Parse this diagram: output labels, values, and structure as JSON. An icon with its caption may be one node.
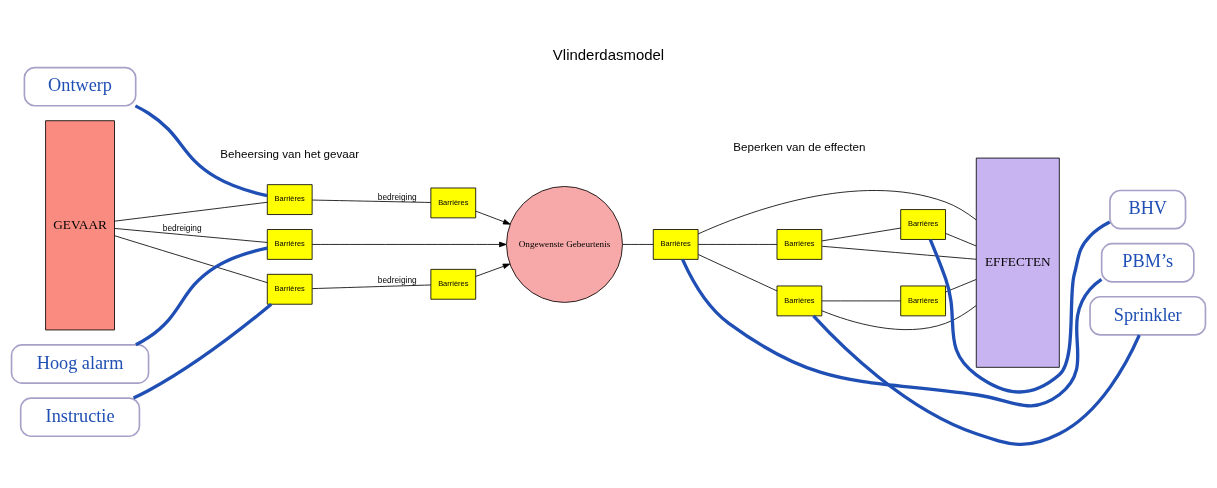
{
  "diagram": {
    "title": "Vlinderdasmodel",
    "nodes": [
      {
        "text": [
          "Ontwerp"
        ]
      },
      {
        "text": [
          "GEVAAR"
        ]
      },
      {
        "text": [
          "Barrières"
        ]
      },
      {
        "text": [
          "Hoog alarm"
        ]
      },
      {
        "text": [
          "Barrières"
        ]
      },
      {
        "text": [
          "Barrières"
        ]
      },
      {
        "text": [
          "Barrières"
        ]
      },
      {
        "text": [
          "Instructie"
        ]
      },
      {
        "text": [
          "Barrières"
        ]
      },
      {
        "text": [
          "Ongewenste Gebeurtenis"
        ]
      },
      {
        "text": [
          "Barrières"
        ]
      },
      {
        "text": [
          "Barrières"
        ]
      },
      {
        "text": [
          "Barrières"
        ]
      },
      {
        "text": [
          "Barrières"
        ]
      },
      {
        "text": [
          "Barrières"
        ]
      },
      {
        "text": [
          "EFFECTEN"
        ]
      },
      {
        "text": [
          "BHV"
        ]
      },
      {
        "text": [
          "PBM’s"
        ]
      },
      {
        "text": [
          "Sprinkler"
        ]
      }
    ],
    "edges": [
      {
        "from": 1,
        "to": 2,
        "arrow": "none"
      },
      {
        "from": 2,
        "to": 4,
        "arrow": "none",
        "label": "bedreiging"
      },
      {
        "from": 4,
        "to": 9,
        "arrow": "to"
      },
      {
        "from": 1,
        "to": 5,
        "arrow": "none",
        "label": "bedreiging"
      },
      {
        "from": 5,
        "to": 9,
        "arrow": "to"
      },
      {
        "from": 1,
        "to": 8,
        "arrow": "none"
      },
      {
        "from": 8,
        "to": 6,
        "arrow": "none",
        "label": "bedreiging"
      },
      {
        "from": 6,
        "to": 9,
        "arrow": "to"
      },
      {
        "from": 0,
        "to": 2,
        "arrow": "none",
        "style": "thick",
        "color": "#1f4fb4"
      },
      {
        "from": 3,
        "to": 5,
        "arrow": "none",
        "style": "thick",
        "color": "#1f4fb4"
      },
      {
        "from": 7,
        "to": 8,
        "arrow": "none",
        "style": "thick",
        "color": "#1f4fb4"
      },
      {
        "from": 9,
        "to": 10,
        "arrow": "none"
      },
      {
        "from": 10,
        "to": 11,
        "arrow": "none"
      },
      {
        "from": 11,
        "to": 12,
        "arrow": "none"
      },
      {
        "from": 12,
        "to": 15,
        "arrow": "none"
      },
      {
        "from": 11,
        "to": 15,
        "arrow": "none"
      },
      {
        "from": 10,
        "to": 15,
        "arrow": "none"
      },
      {
        "from": 10,
        "to": 13,
        "arrow": "none"
      },
      {
        "from": 13,
        "to": 15,
        "arrow": "none"
      },
      {
        "from": 13,
        "to": 14,
        "arrow": "none"
      },
      {
        "from": 14,
        "to": 15,
        "arrow": "none"
      },
      {
        "from": 16,
        "to": 12,
        "arrow": "none",
        "style": "thick",
        "color": "#1f4fb4"
      },
      {
        "from": 17,
        "to": 10,
        "arrow": "none",
        "style": "thick",
        "color": "#1f4fb4"
      },
      {
        "from": 18,
        "to": 13,
        "arrow": "none",
        "style": "thick",
        "color": "#1f4fb4"
      }
    ],
    "labels": [
      "Beheersing van het gevaar",
      "Beperken van de effecten"
    ]
  }
}
